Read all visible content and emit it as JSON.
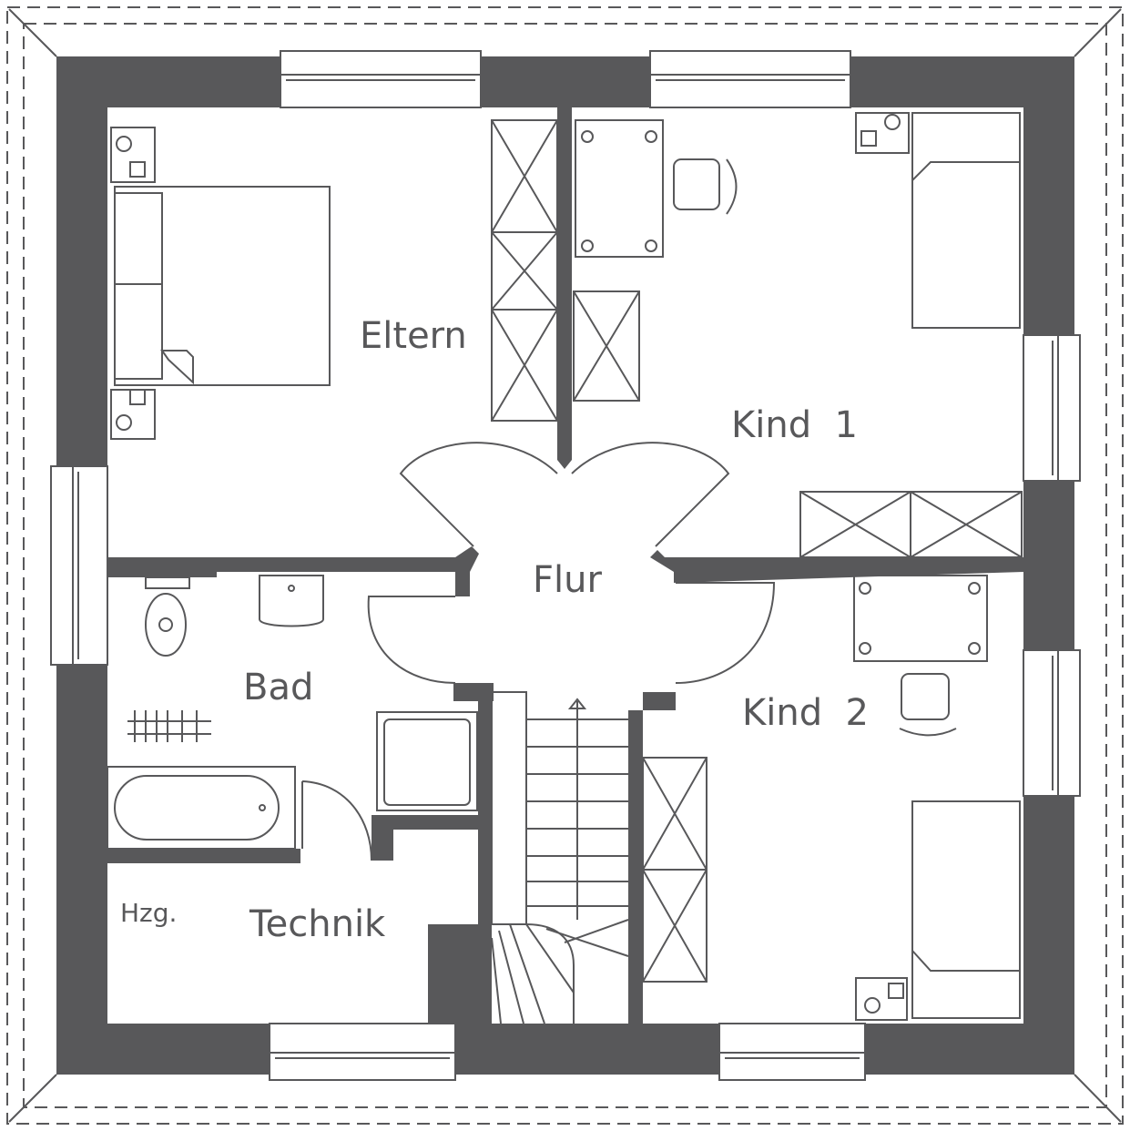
{
  "plan": {
    "rooms": {
      "eltern": "Eltern",
      "kind1": "Kind  1",
      "flur": "Flur",
      "bad": "Bad",
      "kind2": "Kind  2",
      "technik": "Technik",
      "heating": "Hzg."
    },
    "colors": {
      "wall": "#58585a",
      "background": "#ffffff"
    }
  }
}
